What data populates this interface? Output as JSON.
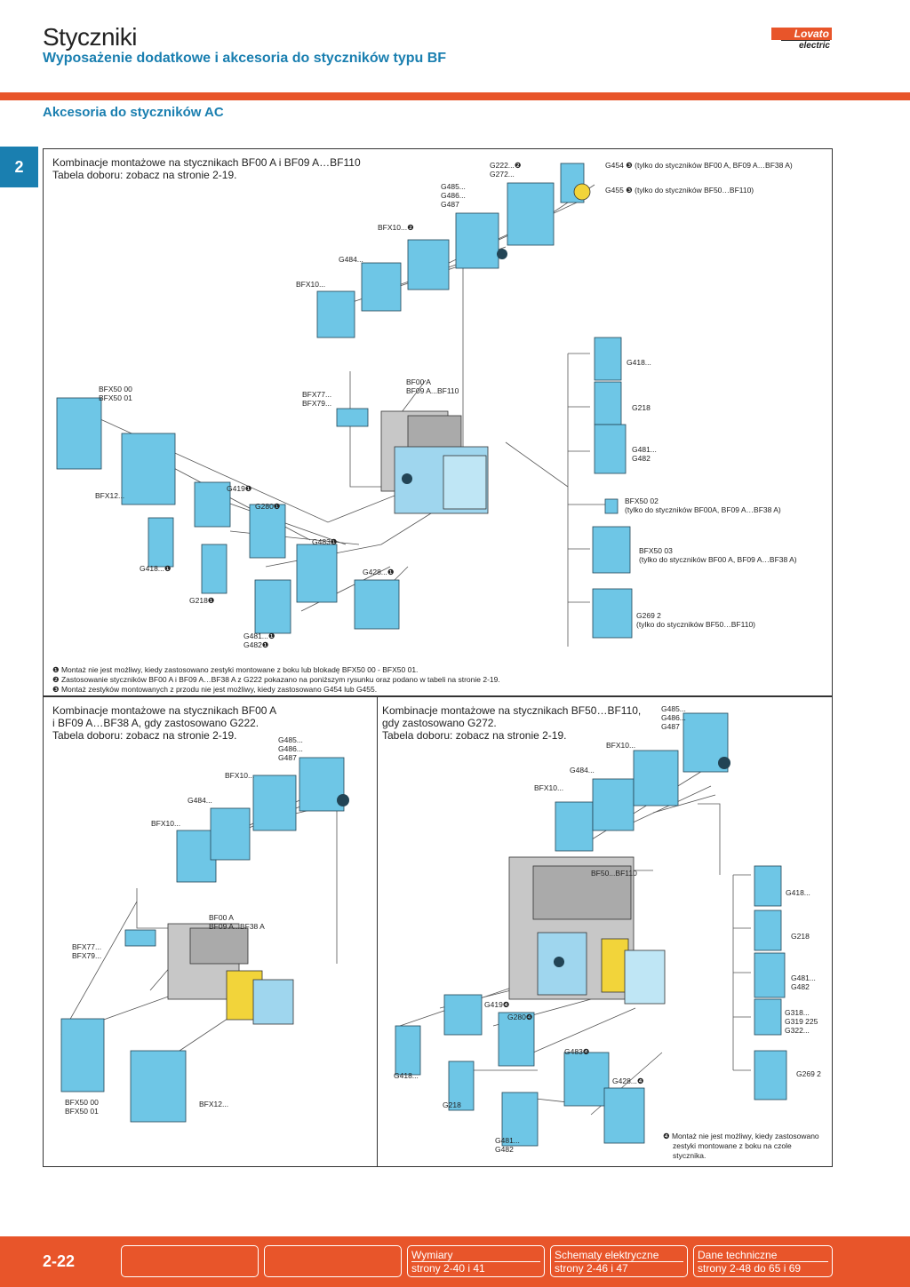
{
  "header": {
    "title": "Styczniki",
    "subtitle": "Wyposażenie dodatkowe i akcesoria do styczników typu BF",
    "logo_text": "Lovato",
    "logo_sub": "electric"
  },
  "section_title": "Akcesoria do styczników AC",
  "chapter": "2",
  "panel_top": {
    "title_line1": "Kombinacje montażowe na stycznikach BF00 A i BF09 A…BF110",
    "title_line2": "Tabela doboru: zobacz na stronie 2-19.",
    "labels": {
      "g222": "G222...❷",
      "g272": "G272...",
      "g454": "G454 ❸ (tylko do styczników BF00 A, BF09 A…BF38 A)",
      "g455": "G455 ❸ (tylko do styczników BF50…BF110)",
      "g485": "G485...",
      "g486": "G486...",
      "g487": "G487",
      "bfx10a": "BFX10...❷",
      "g484": "G484...",
      "bfx10b": "BFX10...",
      "bfx50_00": "BFX50 00",
      "bfx50_01": "BFX50 01",
      "bfx77": "BFX77...",
      "bfx79": "BFX79...",
      "bf00": "BF00 A",
      "bf09": "BF09 A...BF110",
      "bfx12": "BFX12...",
      "g419": "G419❶",
      "g280": "G280❶",
      "g483": "G483❶",
      "g418l": "G418...❶",
      "g428": "G428...❶",
      "g218l": "G218❶",
      "g481l": "G481...❶",
      "g482l": "G482❶",
      "g418r": "G418...",
      "g218r": "G218",
      "g481r": "G481...",
      "g482r": "G482",
      "bfx50_02": "BFX50 02",
      "bfx50_02_note": "(tylko do styczników BF00A, BF09 A…BF38 A)",
      "bfx50_03": "BFX50 03",
      "bfx50_03_note": "(tylko do styczników BF00 A, BF09 A…BF38 A)",
      "g2692": "G269 2",
      "g2692_note": "(tylko do styczników BF50…BF110)"
    },
    "notes": [
      "❶ Montaż nie jest możliwy, kiedy zastosowano zestyki montowane z boku lub blokadę BFX50 00 - BFX50 01.",
      "❷ Zastosowanie styczników BF00 A i BF09 A…BF38 A z G222 pokazano na poniższym rysunku oraz podano w tabeli na stronie 2-19.",
      "❸ Montaż zestyków montowanych z przodu nie jest możliwy, kiedy zastosowano G454 lub G455."
    ]
  },
  "panel_bl": {
    "title_line1": "Kombinacje montażowe na stycznikach BF00 A",
    "title_line2": "i BF09 A…BF38 A, gdy zastosowano G222.",
    "title_line3": "Tabela doboru: zobacz na stronie 2-19.",
    "labels": {
      "g485": "G485...",
      "g486": "G486...",
      "g487": "G487",
      "bfx10a": "BFX10...",
      "g484": "G484...",
      "bfx10b": "BFX10...",
      "bf00": "BF00 A",
      "bf09": "BF09 A...BF38 A",
      "bfx77": "BFX77...",
      "bfx79": "BFX79...",
      "bfx12": "BFX12...",
      "bfx50_00": "BFX50 00",
      "bfx50_01": "BFX50 01"
    }
  },
  "panel_br": {
    "title_line1": "Kombinacje montażowe na stycznikach  BF50…BF110,",
    "title_line2": "gdy zastosowano G272.",
    "title_line3": "Tabela doboru: zobacz na stronie 2-19.",
    "labels": {
      "g485": "G485...",
      "g486": "G486...",
      "g487": "G487",
      "bfx10a": "BFX10...",
      "g484": "G484...",
      "bfx10b": "BFX10...",
      "bf50": "BF50...BF110",
      "g418r": "G418...",
      "g218r": "G218",
      "g481r": "G481...",
      "g482r": "G482",
      "g318": "G318...",
      "g319": "G319 225",
      "g322": "G322...",
      "g2692": "G269 2",
      "g419": "G419❹",
      "g280": "G280❹",
      "g483": "G483❹",
      "g418l": "G418...",
      "g428": "G428...❹",
      "g218l": "G218",
      "g481l": "G481...",
      "g482l": "G482",
      "note_line1": "❹ Montaż nie jest możliwy, kiedy zastosowano",
      "note_line2": "zestyki montowane z boku na czole",
      "note_line3": "stycznika."
    }
  },
  "footer": {
    "page_num": "2-22",
    "box1_line1": "Wymiary",
    "box1_line2": "strony 2-40 i 41",
    "box2_line1": "Schematy elektryczne",
    "box2_line2": "strony 2-46 i 47",
    "box3_line1": "Dane techniczne",
    "box3_line2": "strony 2-48 do 65 i 69"
  },
  "colors": {
    "accent_orange": "#e8552a",
    "accent_blue": "#1a7fb0",
    "module_blue": "#6ec6e6",
    "contactor_grey": "#c7c7c7",
    "yellow": "#f2d43a"
  }
}
